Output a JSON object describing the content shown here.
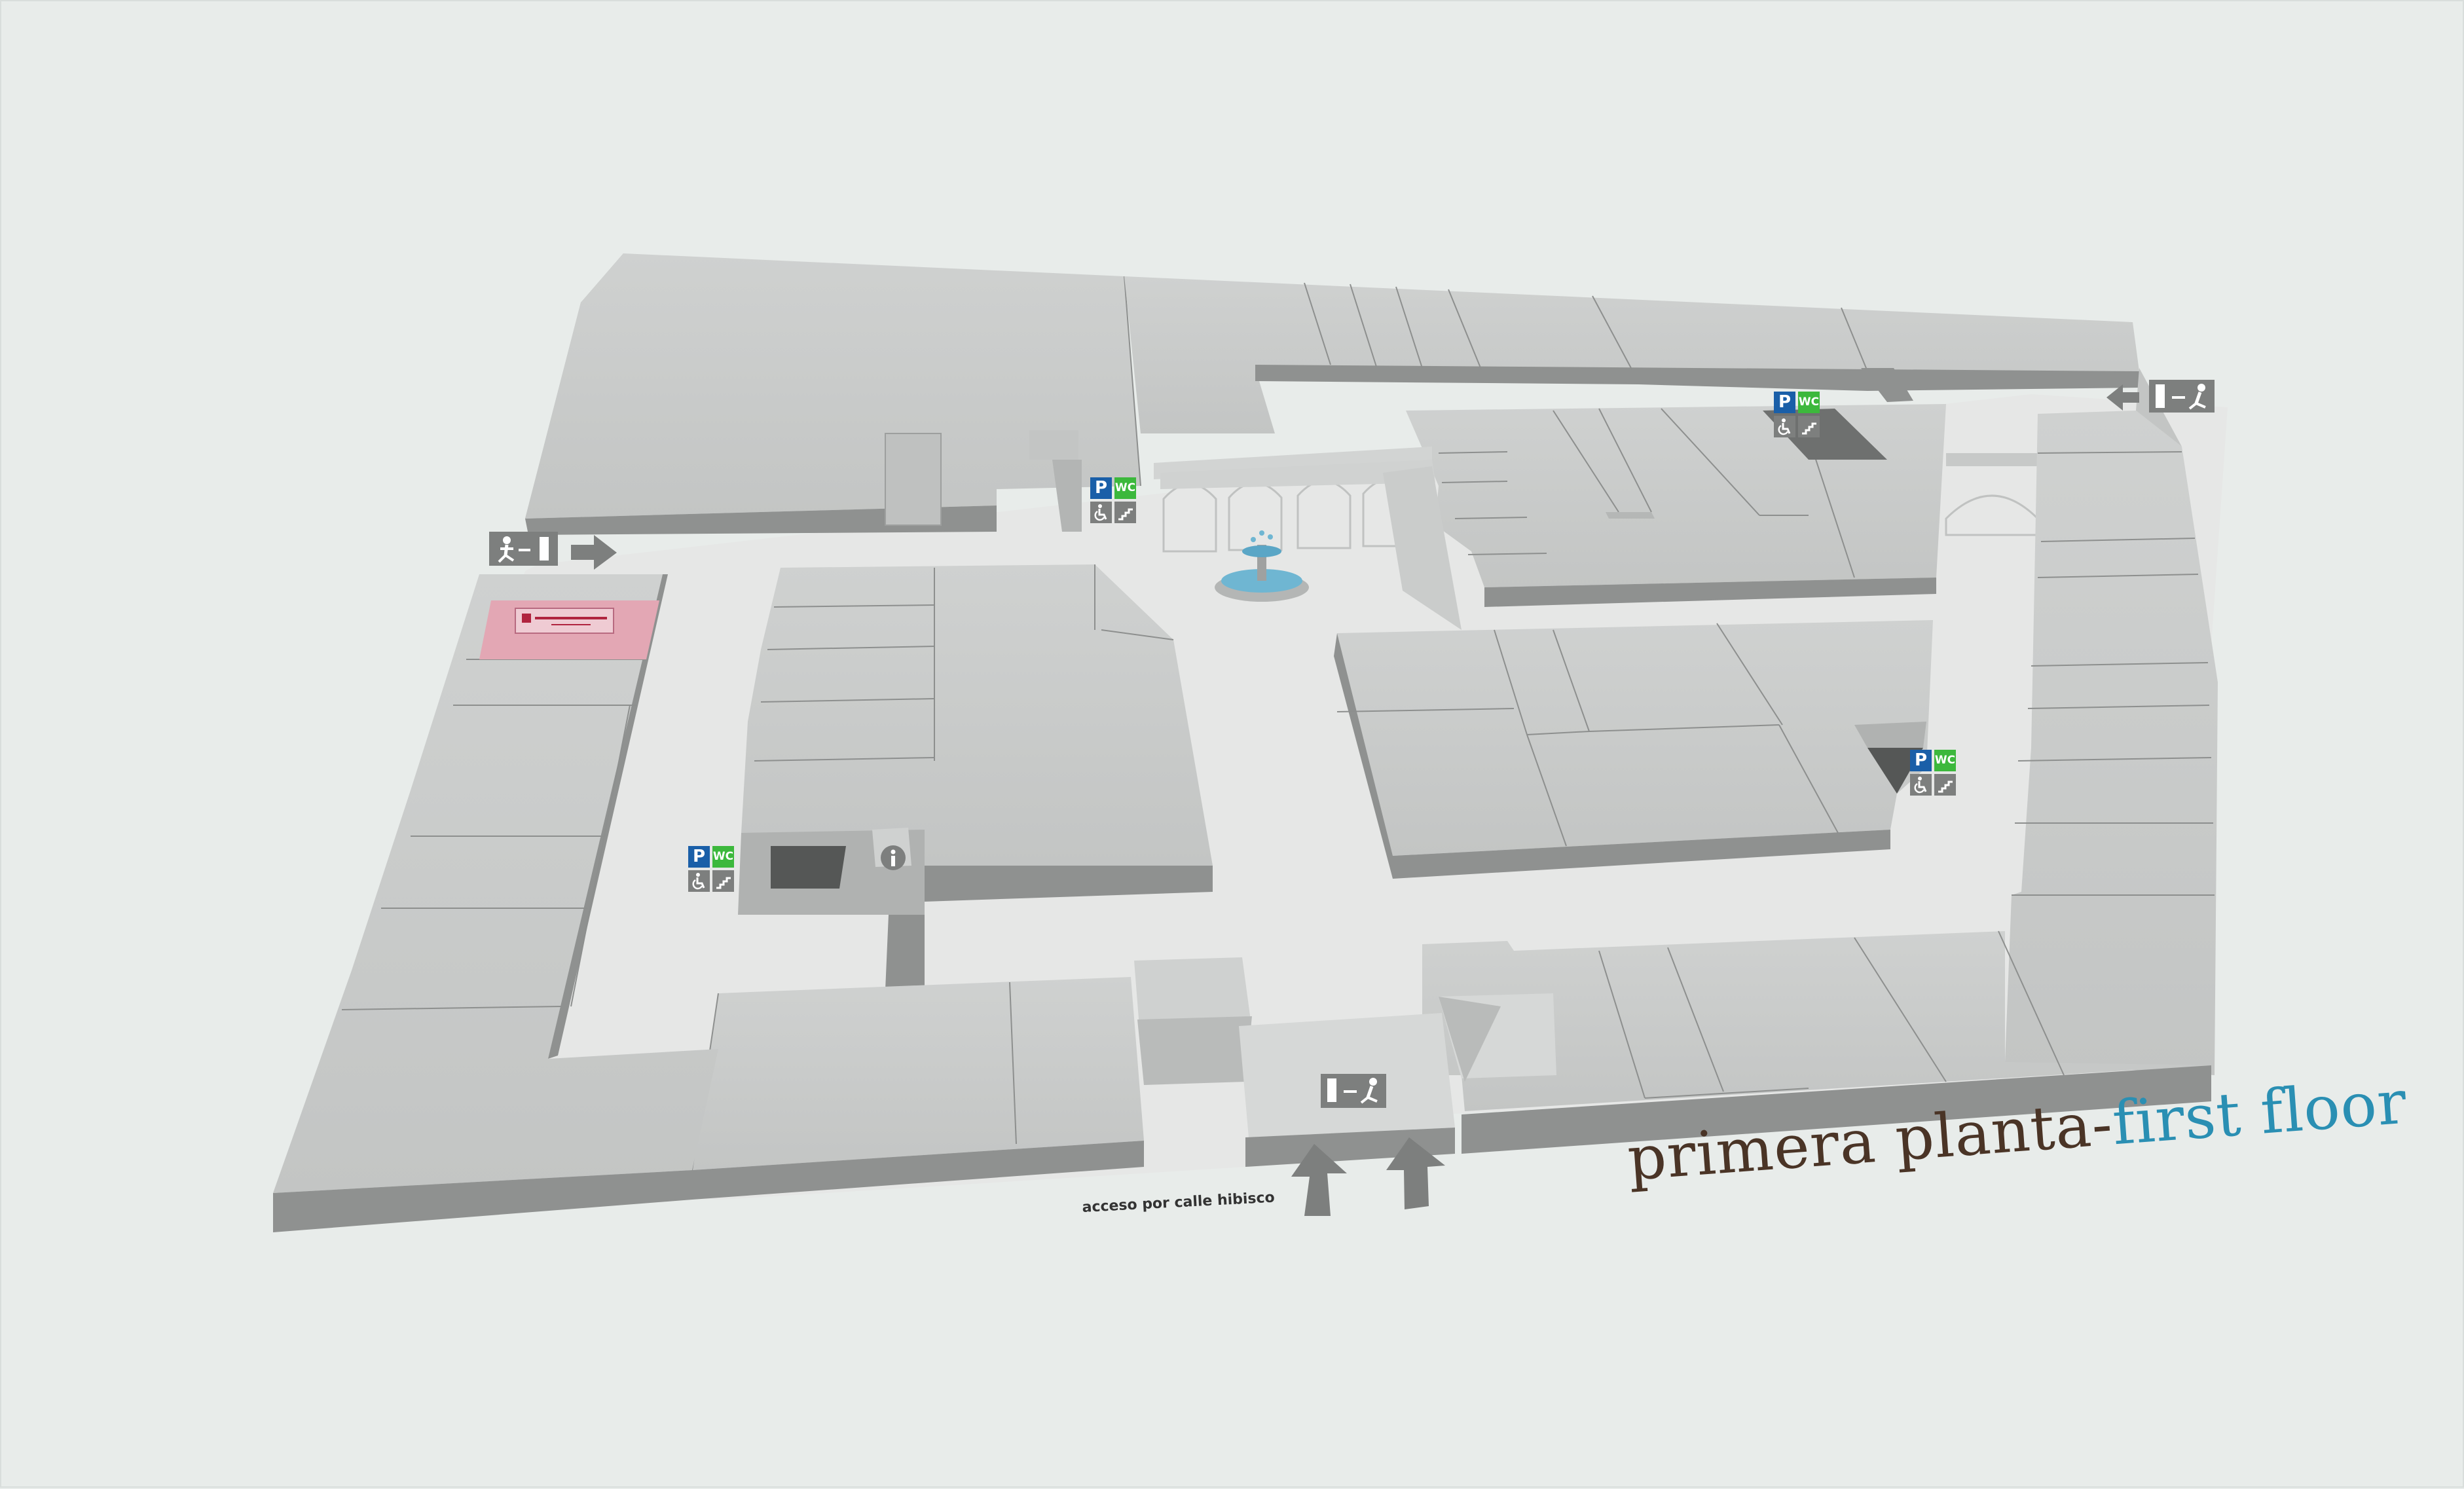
{
  "title": {
    "spanish": "primera planta",
    "separator": "-",
    "english": "first floor"
  },
  "access_label": "acceso por calle hibisco",
  "icon_letters": {
    "parking": "P",
    "wc": "WC",
    "info": "i"
  },
  "colors": {
    "background": "#e8ecea",
    "block_top": "#c9cbca",
    "block_side": "#8f9190",
    "walkway": "#e6e7e6",
    "parking_blue": "#1a5fa8",
    "wc_green": "#3cb83c",
    "highlight_store": "#e3a7b4",
    "title_brown": "#4a3426",
    "title_blue": "#2a8fb3",
    "fountain_water": "#6fb6d2"
  },
  "icons": [
    "parking-icon",
    "wc-icon",
    "accessible-icon",
    "stairs-icon",
    "info-icon",
    "emergency-exit-icon",
    "arrow-icon",
    "fountain-icon"
  ]
}
